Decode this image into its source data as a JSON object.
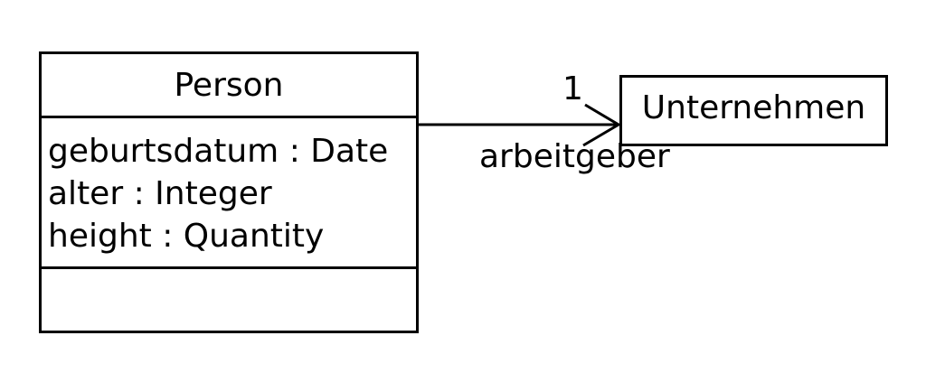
{
  "diagram": {
    "kind": "uml-class-diagram",
    "background_color": "#ffffff",
    "line_color": "#000000",
    "classes": [
      {
        "name": "Person",
        "attributes": [
          "geburtsdatum : Date",
          "alter : Integer",
          "height : Quantity"
        ],
        "methods": []
      },
      {
        "name": "Unternehmen"
      }
    ],
    "association": {
      "source": "Person",
      "target": "Unternehmen",
      "multiplicity": "1",
      "role_label": "arbeitgeber",
      "arrow_style": "open-arrowhead"
    }
  }
}
